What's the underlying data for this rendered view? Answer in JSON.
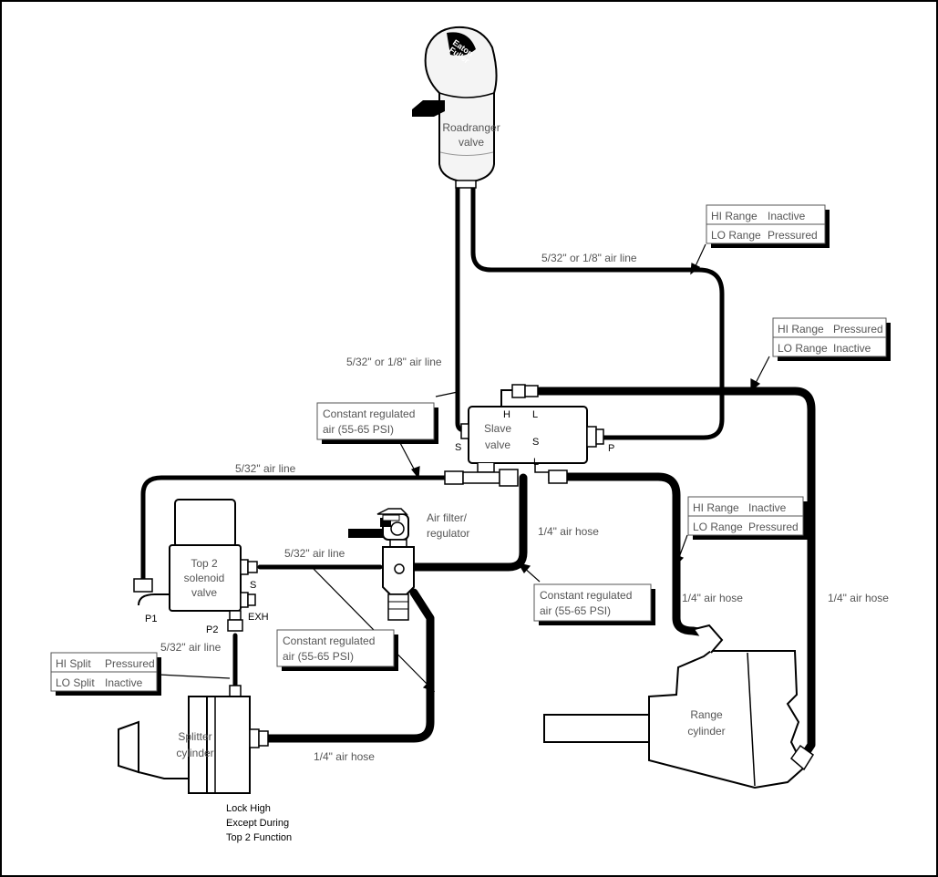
{
  "knob": {
    "brand_line1": "Eaton",
    "brand_line2": "Fuller",
    "label_line1": "Roadranger",
    "label_line2": "valve"
  },
  "slave": {
    "label_line1": "Slave",
    "label_line2": "valve",
    "port_h": "H",
    "port_l_top": "L",
    "port_s_left": "S",
    "port_s_mid": "S",
    "port_l_bottom": "L",
    "port_p": "P"
  },
  "solenoid": {
    "label_line1": "Top 2",
    "label_line2": "solenoid",
    "label_line3": "valve",
    "port_s": "S",
    "port_exh": "EXH",
    "port_p1": "P1",
    "port_p2": "P2"
  },
  "filter": {
    "label_line1": "Air filter/",
    "label_line2": "regulator"
  },
  "splitter": {
    "label_line1": "Splitter",
    "label_line2": "cylinder",
    "note_line1": "Lock High",
    "note_line2": "Except During",
    "note_line3": "Top 2 Function"
  },
  "range_cyl": {
    "label_line1": "Range",
    "label_line2": "cylinder"
  },
  "lines": {
    "roadranger_to_slave_p": "5/32\" or 1/8\" air line",
    "roadranger_to_slave_s": "5/32\" or 1/8\" air line",
    "to_solenoid_p1": "5/32\" air line",
    "filter_to_slave": "1/4\" air hose",
    "filter_to_solenoid": "5/32\" air line",
    "solenoid_to_splitter": "5/32\" air line",
    "filter_to_splitter": "1/4\" air hose",
    "slave_to_range_lo": "1/4\" air hose",
    "slave_to_range_hi": "1/4\" air hose"
  },
  "boxes": {
    "range_p": {
      "row1_a": "HI Range",
      "row1_b": "Inactive",
      "row2_a": "LO Range",
      "row2_b": "Pressured"
    },
    "range_hi": {
      "row1_a": "HI Range",
      "row1_b": "Pressured",
      "row2_a": "LO Range",
      "row2_b": "Inactive"
    },
    "range_l": {
      "row1_a": "HI Range",
      "row1_b": "Inactive",
      "row2_a": "LO Range",
      "row2_b": "Pressured"
    },
    "split": {
      "row1_a": "HI Split",
      "row1_b": "Pressured",
      "row2_a": "LO Split",
      "row2_b": "Inactive"
    },
    "const1": {
      "line1": "Constant regulated",
      "line2": "air (55-65 PSI)"
    },
    "const2": {
      "line1": "Constant regulated",
      "line2": "air (55-65 PSI)"
    },
    "const3": {
      "line1": "Constant regulated",
      "line2": "air (55-65 PSI)"
    }
  }
}
